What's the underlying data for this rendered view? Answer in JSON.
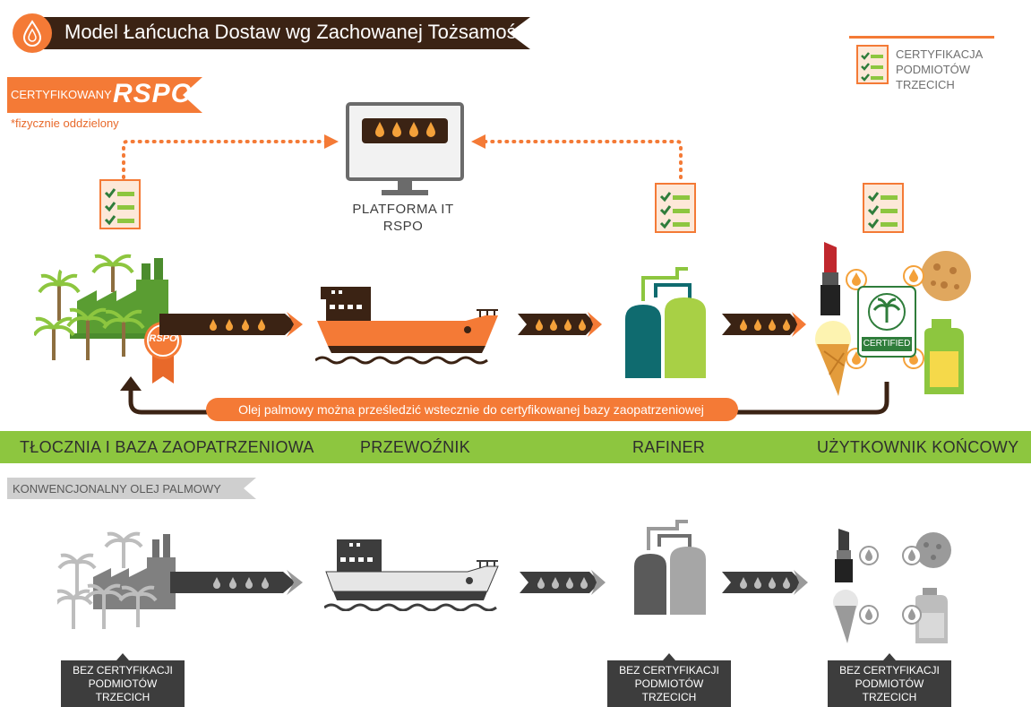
{
  "title": "Model Łańcucha Dostaw wg Zachowanej Tożsamości",
  "certified_banner": {
    "prefix": "CERTYFIKOWANY",
    "logo": "RSPO",
    "note": "*fizycznie oddzielony"
  },
  "legend": {
    "lines": [
      "CERTYFIKACJA",
      "PODMIOTÓW",
      "TRZECICH"
    ],
    "icon": "checklist-icon"
  },
  "platform": {
    "lines": [
      "PLATFORMA IT",
      "RSPO"
    ]
  },
  "rspo_badge_text": "RSPO",
  "certified_label_text": "CERTIFIED",
  "traceback_text": "Olej palmowy można prześledzić wstecznie do certyfikowanej bazy zaopatrzeniowej",
  "stages": [
    "TŁOCZNIA I BAZA ZAOPATRZENIOWA",
    "PRZEWOŹNIK",
    "RAFINER",
    "UŻYTKOWNIK KOŃCOWY"
  ],
  "conventional_banner": "KONWENCJONALNY OLEJ PALMOWY",
  "no_cert_badge": {
    "lines": [
      "BEZ CERTYFIKACJI",
      "PODMIOTÓW",
      "TRZECICH"
    ]
  },
  "colors": {
    "orange": "#f47a36",
    "dark_brown": "#3b2314",
    "green": "#8dc63f",
    "teal": "#0f6b6f",
    "gray_dark": "#4d4d4d",
    "gray_light": "#bdbdbd"
  }
}
